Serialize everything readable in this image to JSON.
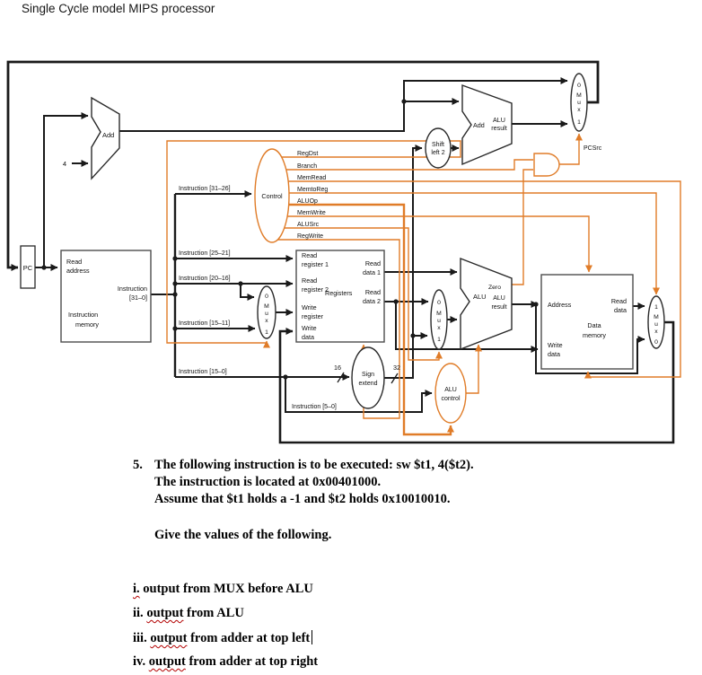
{
  "title": "Single Cycle model MIPS processor",
  "colors": {
    "accent_orange": "#E07C28",
    "wire_black": "#1a1a1a"
  },
  "diagram": {
    "pc": "PC",
    "add": "Add",
    "four": "4",
    "read": "Read",
    "write": "Write",
    "data": "data",
    "address_word": "address",
    "instruction": "Instruction",
    "memory": "memory",
    "instr_31_0": "[31–0]",
    "instr_31_26": "Instruction [31–26]",
    "instr_25_21": "Instruction [25–21]",
    "instr_20_16": "Instruction [20–16]",
    "instr_15_11": "Instruction [15–11]",
    "instr_15_0": "Instruction [15–0]",
    "instr_5_0": "Instruction [5–0]",
    "control": "Control",
    "signals": {
      "regdst": "RegDst",
      "branch": "Branch",
      "memread": "MemRead",
      "memtoreg": "MemtoReg",
      "aluop": "ALUOp",
      "memwrite": "MemWrite",
      "alusrc": "ALUSrc",
      "regwrite": "RegWrite",
      "pcsrc": "PCSrc",
      "zero": "Zero"
    },
    "alu": "ALU",
    "result": "result",
    "alu_control_l1": "ALU",
    "alu_control_l2": "control",
    "shift_l1": "Shift",
    "shift_l2": "left 2",
    "sign_l1": "Sign",
    "sign_l2": "extend",
    "bits16": "16",
    "bits32": "32",
    "register1": "register 1",
    "register2": "register 2",
    "register_w": "register",
    "registers": "Registers",
    "data1": "data 1",
    "data2": "data 2",
    "address": "Address",
    "data_memory_l1": "Data",
    "data_memory_l2": "memory",
    "mux": {
      "m": "M",
      "u": "u",
      "x": "x",
      "i0": "0",
      "i1": "1"
    }
  },
  "question": {
    "number": "5.",
    "line1": "The following instruction is to be executed: sw $t1, 4($t2).",
    "line2": "The instruction is located at 0x00401000.",
    "line3": "Assume that $t1 holds a -1 and $t2 holds 0x10010010.",
    "prompt": "Give the values of the following.",
    "items": [
      {
        "numeral": "i.",
        "word": "output",
        "rest": "from MUX before ALU"
      },
      {
        "numeral": "ii.",
        "word": "output",
        "rest": "from ALU"
      },
      {
        "numeral": "iii.",
        "word": "output",
        "rest": "from adder at top left"
      },
      {
        "numeral": "iv.",
        "word": "output",
        "rest": "from adder at top right"
      }
    ]
  }
}
